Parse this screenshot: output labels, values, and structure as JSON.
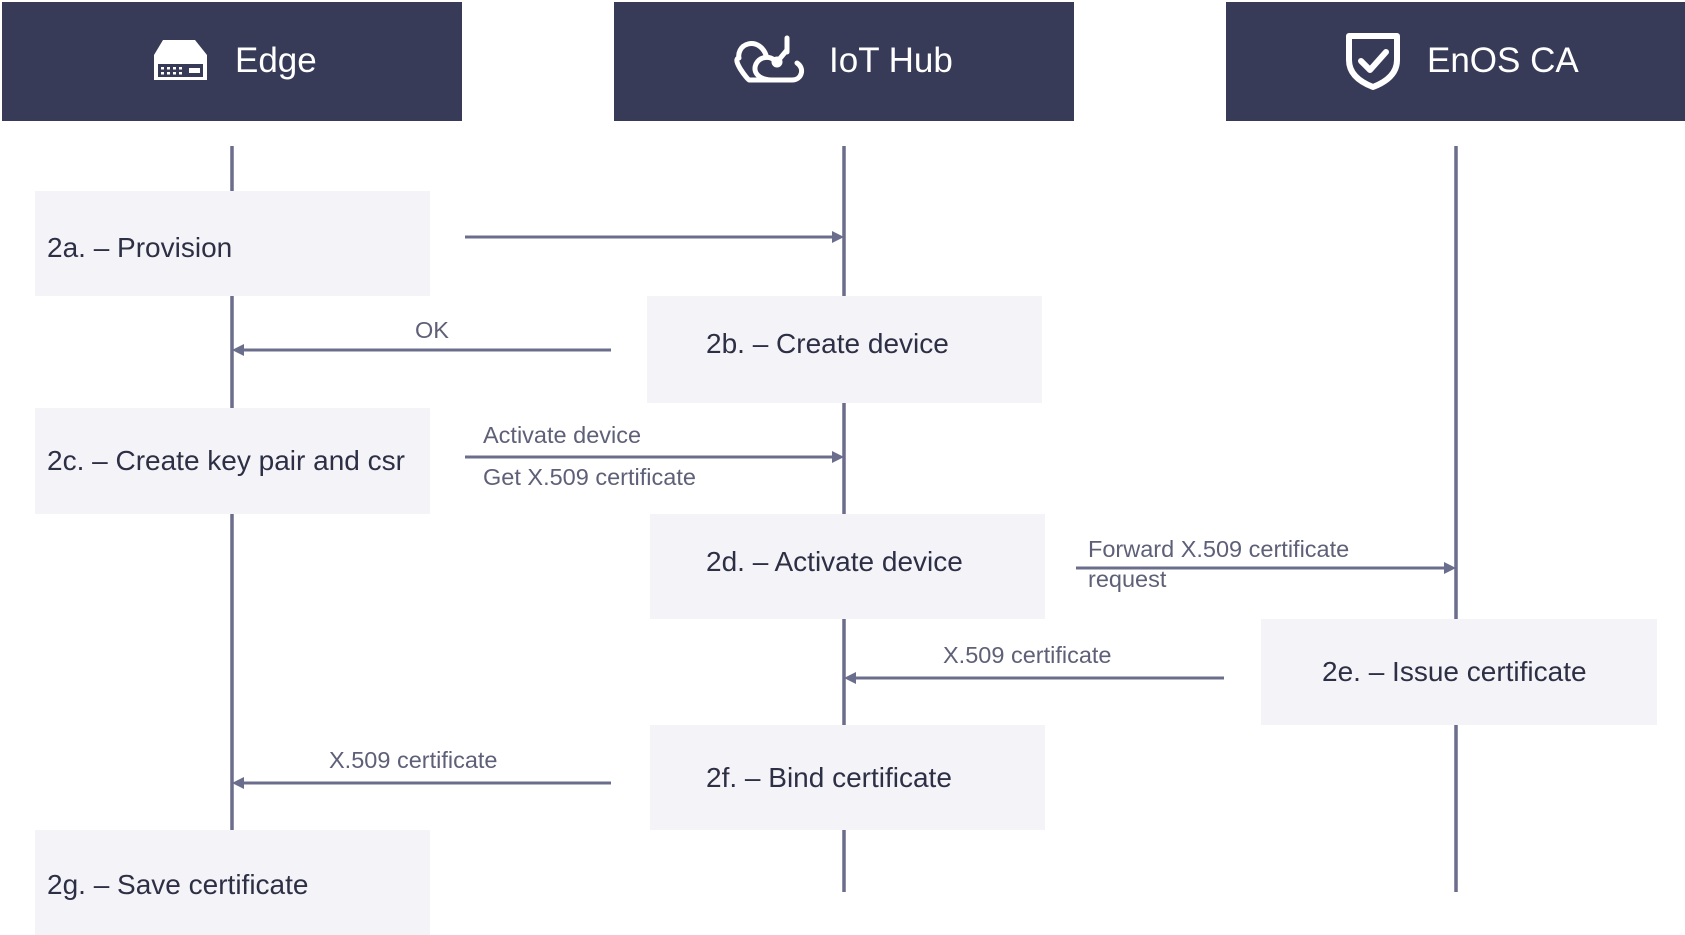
{
  "participants": [
    {
      "id": "edge",
      "label": "Edge",
      "icon": "server-icon"
    },
    {
      "id": "iot_hub",
      "label": "IoT Hub",
      "icon": "cloud-icon"
    },
    {
      "id": "enos_ca",
      "label": "EnOS CA",
      "icon": "shield-check-icon"
    }
  ],
  "steps": {
    "s2a": "2a. – Provision",
    "s2b": "2b. – Create device",
    "s2c": "2c. – Create key pair and csr",
    "s2d": "2d. – Activate device",
    "s2e": "2e. – Issue certificate",
    "s2f": "2f. – Bind certificate",
    "s2g": "2g. – Save certificate"
  },
  "messages": {
    "m_ok": "OK",
    "m_activate_line1": "Activate device",
    "m_activate_line2": "Get X.509 certificate",
    "m_forward_line1": "Forward X.509 certificate",
    "m_forward_line2": "request",
    "m_cert_to_hub": "X.509 certificate",
    "m_cert_to_edge": "X.509 certificate"
  },
  "colors": {
    "header": "#383b58",
    "lifeline": "#6b6d8c",
    "step_box": "#f4f4f8",
    "step_text": "#2d2f45",
    "message_text": "#5e6078"
  }
}
